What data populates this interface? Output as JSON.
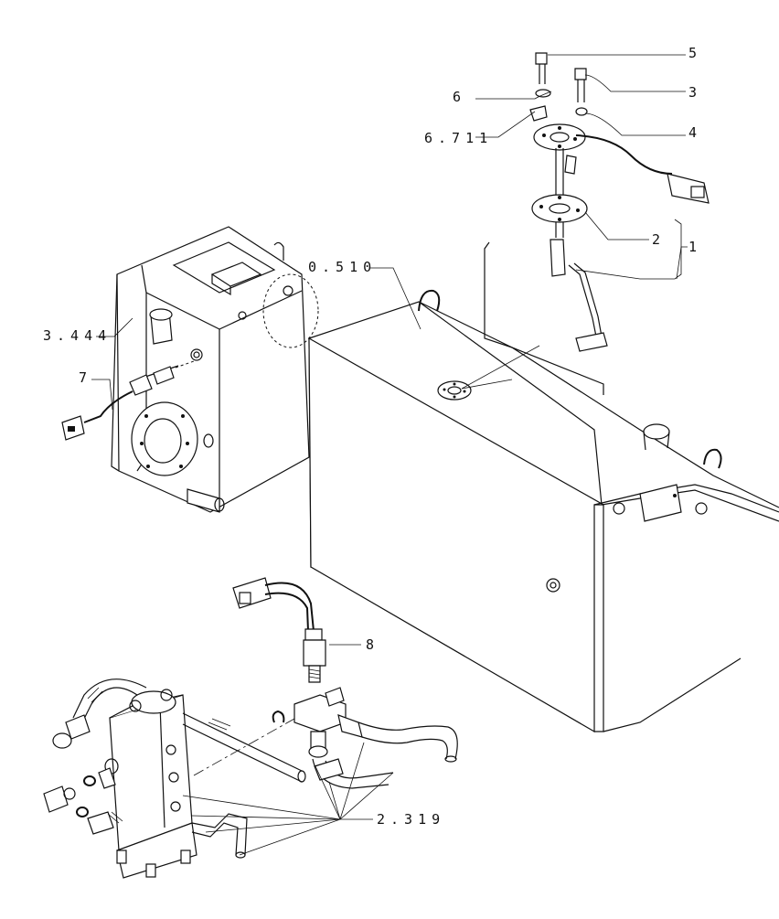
{
  "callouts": {
    "c1": "1",
    "c2": "2",
    "c3": "3",
    "c4": "4",
    "c5": "5",
    "c6": "6",
    "c6_711": "6.711",
    "c7": "7",
    "c8": "8",
    "c0_510": "0.510",
    "c3_444": "3.444",
    "c2_319": "2.319"
  }
}
